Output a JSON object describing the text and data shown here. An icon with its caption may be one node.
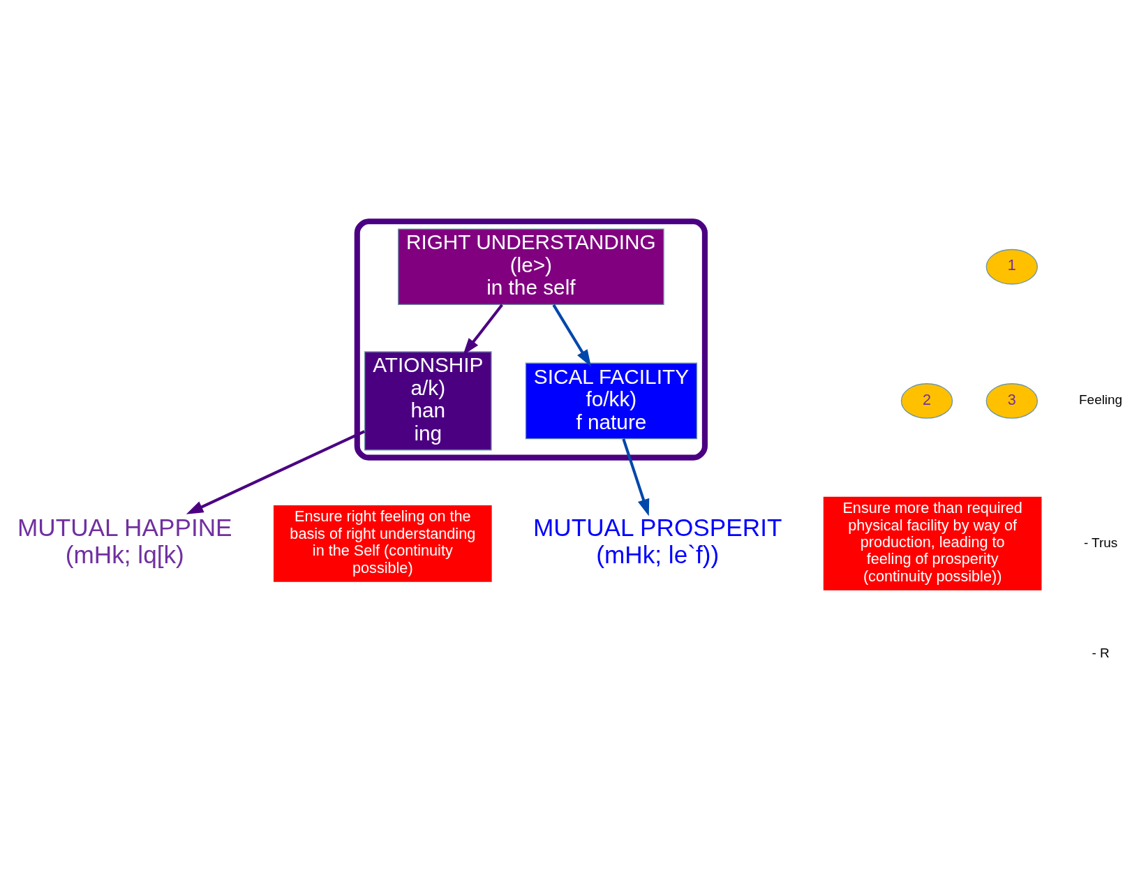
{
  "diagram": {
    "nodes": [
      {
        "text": [],
        "shape": "ellipse"
      },
      {
        "text": [
          "RIGHT UNDERSTANDING",
          "(le>)",
          "in the self"
        ],
        "in": 0
      },
      {
        "text": [
          "1"
        ]
      },
      {
        "text": [
          "ATIONSHIP",
          "a/k)",
          "han",
          "ing"
        ],
        "in": 0
      },
      {
        "text": [
          "2"
        ]
      },
      {
        "text": [
          "SICAL FACILITY",
          "fo/kk)",
          "f nature"
        ],
        "in": 0
      },
      {
        "text": [
          "3"
        ]
      },
      {
        "text": [
          "MUTUAL HAPPINE",
          "(mHk; lq[k)"
        ]
      },
      {
        "text": [
          "MUTUAL PROSPERIT",
          "(mHk; le`f))"
        ]
      },
      {
        "text": [
          "Ensure right feeling on the basis of right understanding in the Self (continuity possible)"
        ]
      },
      {
        "text": [
          "Ensure more than required physical facility by way of production, leading to feeling of prosperity (continuity possible))"
        ]
      }
    ],
    "edges": [
      {
        "from": 1,
        "to": 3,
        "arrow": "to",
        "color": "#4b0082"
      },
      {
        "from": 1,
        "to": 5,
        "arrow": "to",
        "color": "#0047ab"
      },
      {
        "from": 3,
        "to": 7,
        "arrow": "to",
        "color": "#4b0082"
      },
      {
        "from": 5,
        "to": 8,
        "arrow": "to",
        "color": "#0047ab"
      }
    ],
    "labels": [
      "Feeling",
      "- Trus",
      "- R"
    ]
  }
}
